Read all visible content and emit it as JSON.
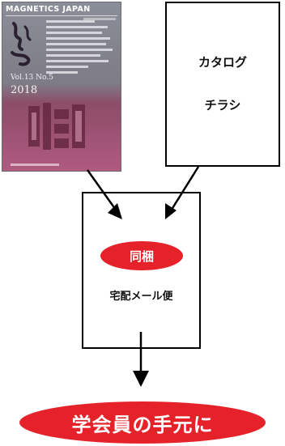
{
  "magazine": {
    "masthead": "MAGNETICS JAPAN",
    "volume": "Vol.13 No.5",
    "year": "2018"
  },
  "catalog": {
    "line1": "カタログ",
    "line2": "チラシ"
  },
  "mailer": {
    "bundle_label": "同梱",
    "delivery_label": "宅配メール便"
  },
  "destination": {
    "label": "学会員の手元に"
  },
  "colors": {
    "accent_red": "#e5222a",
    "stroke": "#000000"
  }
}
